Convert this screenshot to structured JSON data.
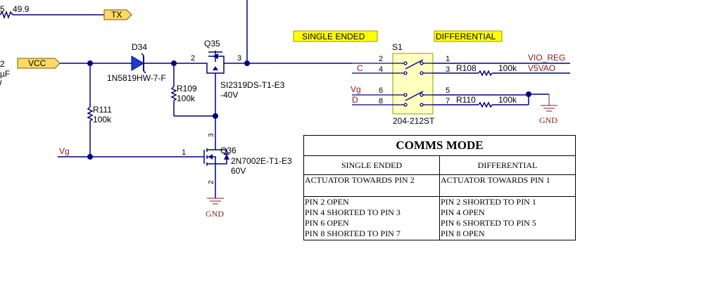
{
  "nets": {
    "tx": "TX",
    "vcc": "VCC",
    "vg_left": "Vg",
    "vio_reg": "VIO_REG",
    "v5vao": "V5VAO",
    "c": "C",
    "vg_right": "Vg",
    "d": "D",
    "gnd_left": "GND",
    "gnd_right": "GND"
  },
  "edge_fragments": {
    "top_left_value": "49.9",
    "top_left_pin": "5",
    "left_pin": "2",
    "left_uf": "µF"
  },
  "labels": {
    "single_ended": "SINGLE ENDED",
    "differential": "DIFFERENTIAL"
  },
  "colors": {
    "wire": "#00007f",
    "net_label": "#8b1a1a",
    "highlight_yellow": "#ffff00",
    "switch_fill": "#ffffc0",
    "tag_fill": "#ffd966"
  },
  "components": {
    "d34": {
      "ref": "D34",
      "part": "1N5819HW-7-F"
    },
    "q35": {
      "ref": "Q35",
      "part": "SI2319DS-T1-E3",
      "voltage": "-40V",
      "pin_left": "2",
      "pin_right": "3"
    },
    "r109": {
      "ref": "R109",
      "value": "100k"
    },
    "r111": {
      "ref": "R111",
      "value": "100k"
    },
    "q36": {
      "ref": "Q36",
      "part": "2N7002E-T1-E3",
      "voltage": "60V",
      "pin_gate": "1",
      "pin_drain": "3",
      "pin_source": "2"
    },
    "s1": {
      "ref": "S1",
      "part": "204-212ST",
      "pins": [
        "2",
        "4",
        "6",
        "8",
        "1",
        "3",
        "5",
        "7"
      ]
    },
    "r108": {
      "ref": "R108",
      "value": "100k"
    },
    "r110": {
      "ref": "R110",
      "value": "100k"
    }
  },
  "table": {
    "title": "COMMS MODE",
    "columns": [
      "SINGLE ENDED",
      "DIFFERENTIAL"
    ],
    "actuator": [
      "ACTUATOR TOWARDS PIN 2",
      "ACTUATOR TOWARDS PIN 1"
    ],
    "single_ended_pins": [
      "PIN 2 OPEN",
      " PIN 4 SHORTED TO PIN 3",
      " PIN 6 OPEN",
      " PIN 8 SHORTED TO PIN 7"
    ],
    "differential_pins": [
      "PIN 2 SHORTED TO PIN 1",
      " PIN 4 OPEN",
      " PIN 6 SHORTED TO PIN 5",
      " PIN 8 OPEN"
    ]
  }
}
